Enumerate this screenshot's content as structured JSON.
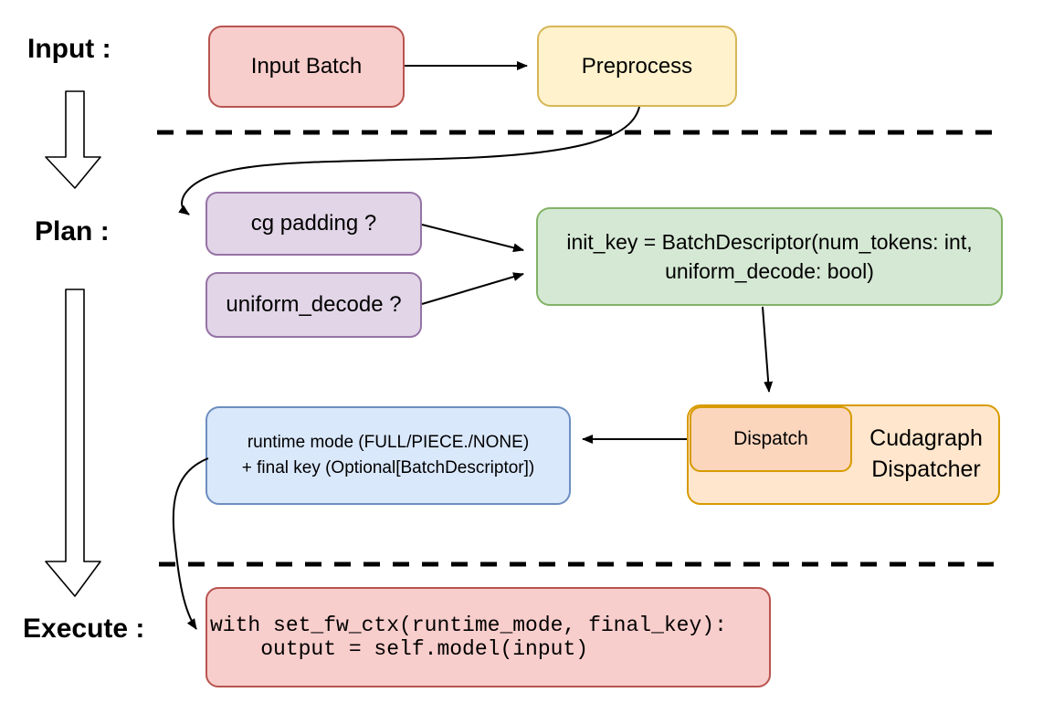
{
  "diagram": {
    "stage_labels": {
      "input": "Input :",
      "plan": "Plan :",
      "execute": "Execute :"
    },
    "nodes": {
      "input_batch": {
        "label": "Input Batch"
      },
      "preprocess": {
        "label": "Preprocess"
      },
      "cg_padding": {
        "label": "cg padding ?"
      },
      "uniform_decode": {
        "label": "uniform_decode ?"
      },
      "init_key": {
        "line1": "init_key = BatchDescriptor(num_tokens: int,",
        "line2": "uniform_decode: bool)"
      },
      "dispatch": {
        "label": "Dispatch"
      },
      "cudagraph_dispatcher": {
        "line1": "Cudagraph",
        "line2": "Dispatcher"
      },
      "runtime_mode": {
        "line1": "runtime mode (FULL/PIECE./NONE)",
        "line2": "+ final key (Optional[BatchDescriptor])"
      },
      "execute_code": {
        "line1": "with set_fw_ctx(runtime_mode, final_key):",
        "line2": "    output = self.model(input)"
      }
    },
    "edges": [
      "input_batch -> preprocess",
      "preprocess -> cg_padding",
      "cg_padding -> init_key",
      "uniform_decode -> init_key",
      "init_key -> dispatch",
      "dispatch -> runtime_mode",
      "runtime_mode -> execute_code"
    ]
  },
  "colors": {
    "background": "#FFFFFF",
    "text": "#000000",
    "edge": "#000000",
    "pink_fill": "#F8CECC",
    "pink_stroke": "#B85450",
    "yellow_fill": "#FFF2CC",
    "yellow_stroke": "#D6B656",
    "purple_fill": "#E1D5E7",
    "purple_stroke": "#9673A6",
    "green_fill": "#D5E8D4",
    "green_stroke": "#82B366",
    "blue_fill": "#DAE8FC",
    "blue_stroke": "#6C8EBF",
    "orange_fill": "#FFE6CC",
    "orange_stroke": "#D79B00",
    "peach_fill": "#FBD6BD"
  }
}
